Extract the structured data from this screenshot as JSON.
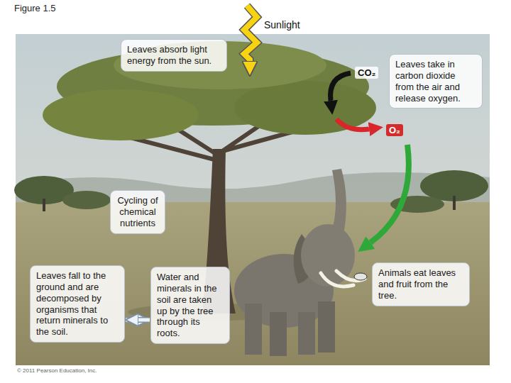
{
  "diagram": {
    "nodes": [
      {
        "text": [
          "Leaves absorb light energy from the sun."
        ]
      },
      {
        "text": [
          "Leaves take in carbon dioxide from the air and release oxygen."
        ]
      },
      {
        "text": [
          "Cycling of chemical nutrients"
        ]
      },
      {
        "text": [
          "Leaves fall to the ground and are decomposed by organisms that return minerals to the soil."
        ]
      },
      {
        "text": [
          "Water and minerals in the soil are taken up by the tree through its roots."
        ]
      },
      {
        "text": [
          "Animals eat leaves and fruit from the tree."
        ]
      }
    ],
    "edges": [
      {
        "from": 3,
        "to": 4,
        "arrow": "to"
      },
      {
        "from": 4,
        "to": 3,
        "arrow": "to"
      }
    ],
    "labels": [
      "Figure 1.5",
      "Sunlight",
      "CO₂",
      "O₂",
      "© 2011 Pearson Education, Inc."
    ]
  }
}
